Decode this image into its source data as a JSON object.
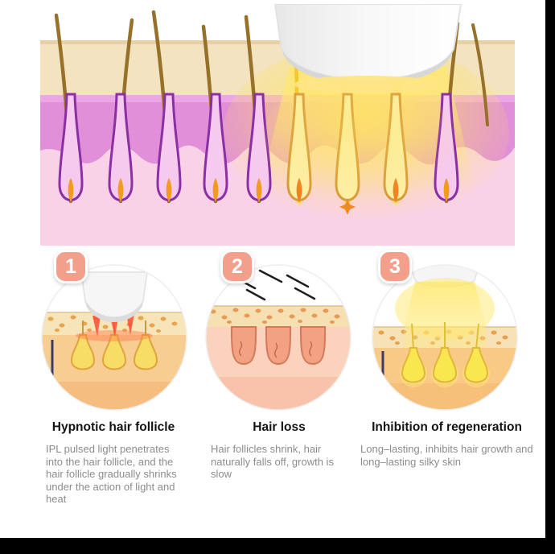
{
  "page": {
    "background": "#ffffff"
  },
  "colors": {
    "badge": "#f2a08c",
    "epidermis_beige": "#f3e3c0",
    "magenta_layer": "#e18fd8",
    "pink_layer": "#f9d2e8",
    "glow_yellow": "#ffe45c",
    "title_text": "#141414",
    "body_text": "#8c8c8c"
  },
  "steps": [
    {
      "number": "1",
      "title": "Hypnotic hair follicle",
      "description": "IPL pulsed light penetrates into the hair follicle, and the hair follicle gradually shrinks under the action of light and heat"
    },
    {
      "number": "2",
      "title": "Hair loss",
      "description": "Hair follicles shrink, hair naturally falls off, growth is slow"
    },
    {
      "number": "3",
      "title": "Inhibition of regeneration",
      "description": "Long–lasting, inhibits hair growth and long–lasting silky skin"
    }
  ]
}
